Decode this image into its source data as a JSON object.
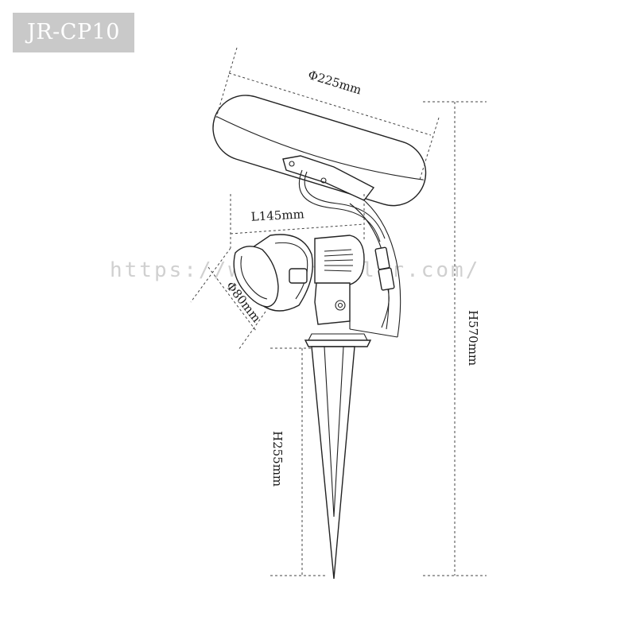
{
  "model_label": "JR-CP10",
  "watermark": "https://www.sresolar.com/",
  "dimensions": {
    "panel_diameter": "Φ225mm",
    "arm_length": "L145mm",
    "lamp_diameter": "Φ80mm",
    "total_height": "H570mm",
    "spike_height": "H255mm"
  }
}
